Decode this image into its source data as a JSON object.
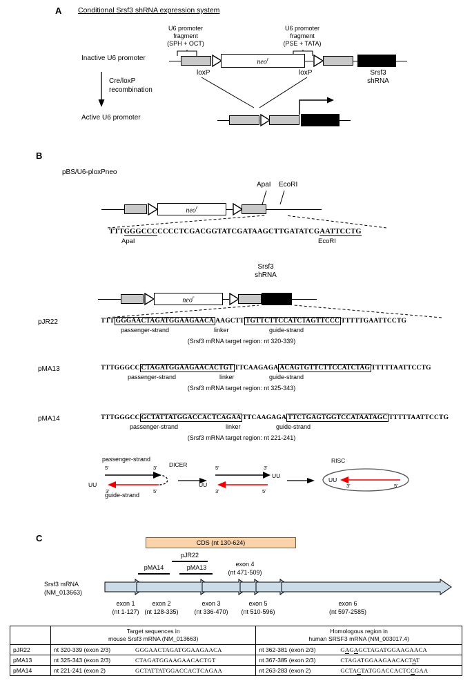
{
  "panelA": {
    "letter": "A",
    "title": "Conditional Srsf3 shRNA expression system",
    "frag_left": [
      "U6 promoter",
      "fragment",
      "(SPH + OCT)"
    ],
    "frag_right": [
      "U6 promoter",
      "fragment",
      "(PSE + TATA)"
    ],
    "inactive_label": "Inactive U6 promoter",
    "active_label": "Active U6 promoter",
    "arrow_label": [
      "Cre/loxP",
      "recombination"
    ],
    "loxp_left": "loxP",
    "loxp_right": "loxP",
    "neo": "neo",
    "neo_sup": "r",
    "shrna": [
      "Srsf3",
      "shRNA"
    ]
  },
  "panelB": {
    "letter": "B",
    "plasmid_name": "pBS/U6-ploxPneo",
    "neo": "neo",
    "neo_sup": "r",
    "site_apal_top": "ApaI",
    "site_ecori_top": "EcoRI",
    "mcs_seq_parts": [
      {
        "text": "TTT",
        "underline": false
      },
      {
        "text": "GGGCCC",
        "underline": true
      },
      {
        "text": "CCCCTCGACGGTATCGATAAGCTTGATATCG",
        "underline": false
      },
      {
        "text": "AATTCCTG",
        "underline": true
      }
    ],
    "mcs_label_apal": "ApaI",
    "mcs_label_ecori": "EcoRI",
    "shrna_label": [
      "Srsf3",
      "shRNA"
    ],
    "constructs": [
      {
        "name": "pJR22",
        "pre": "TTT",
        "passenger": "GGGAACTAGATGGAAGAACA",
        "linker": "AAGCTT",
        "guide": "TGTTCTTCCATCTAGTTCCC",
        "post": "TTTTTGAATTCCTG",
        "lbl_passenger": "passenger-strand",
        "lbl_linker": "linker",
        "lbl_guide": "guide-strand",
        "target": "(Srsf3 mRNA target region: nt 320-339)"
      },
      {
        "name": "pMA13",
        "pre": "TTTGGGCC",
        "passenger": "CTAGATGGAAGAACACTGT",
        "linker": "TTCAAGAGA",
        "guide": "ACAGTGTTCTTCCATCTAG",
        "post": "TTTTTAATTCCTG",
        "lbl_passenger": "passenger-strand",
        "lbl_linker": "linker",
        "lbl_guide": "guide-strand",
        "target": "(Srsf3 mRNA target region: nt 325-343)"
      },
      {
        "name": "pMA14",
        "pre": "TTTGGGCC",
        "passenger": "GCTATTATGGACCACTCAGAA",
        "linker": "TTCAAGAGA",
        "guide": "TTCTGAGTGGTCCATAATAGC",
        "post": "TTTTTAATTCCTG",
        "lbl_passenger": "passenger-strand",
        "lbl_linker": "linker",
        "lbl_guide": "guide-strand",
        "target": "(Srsf3 mRNA target region: nt 221-241)"
      }
    ],
    "dicer": {
      "passenger_label": "passenger-strand",
      "guide_label": "guide-strand",
      "enzyme": "DICER",
      "risc": "RISC",
      "five": "5'",
      "three": "3'",
      "uu": "UU",
      "guide_color": "#ee0000"
    }
  },
  "panelC": {
    "letter": "C",
    "cds": "CDS (nt 130-624)",
    "markers": [
      {
        "label": "pMA14"
      },
      {
        "label": "pMA13"
      },
      {
        "label": "pJR22"
      }
    ],
    "mrna_label": [
      "Srsf3 mRNA",
      "(NM_013663)"
    ],
    "exon4": [
      "exon 4",
      "(nt 471-509)"
    ],
    "exons": [
      {
        "name": "exon 1",
        "range": "(nt 1-127)"
      },
      {
        "name": "exon 2",
        "range": "(nt 128-335)"
      },
      {
        "name": "exon 3",
        "range": "(nt 336-470)"
      },
      {
        "name": "exon 5",
        "range": "(nt 510-596)"
      },
      {
        "name": "exon 6",
        "range": "(nt 597-2585)"
      }
    ],
    "cds_color": "#fbd3ab",
    "exon_color": "#ccdbe8",
    "table": {
      "header_left": [
        "Target sequences in",
        "mouse Srsf3 mRNA (NM_013663)"
      ],
      "header_right": [
        "Homologous region in",
        "human SRSF3 mRNA (NM_003017.4)"
      ],
      "rows": [
        {
          "plasmid": "pJR22",
          "mouse_pos": "nt 320-339 (exon 2/3)",
          "mouse_seq": [
            {
              "t": "GGGAACTAGATGGAAGAACA",
              "u": false
            }
          ],
          "human_pos": "nt 362-381 (exon 2/3)",
          "human_seq": [
            {
              "t": "G",
              "u": false
            },
            {
              "t": "A",
              "u": true
            },
            {
              "t": "G",
              "u": false
            },
            {
              "t": "A",
              "u": true
            },
            {
              "t": "GCTAGATGGAAGAACA",
              "u": false
            }
          ]
        },
        {
          "plasmid": "pMA13",
          "mouse_pos": "nt 325-343 (exon 2/3)",
          "mouse_seq": [
            {
              "t": "CTAGATGGAAGAACACTGT",
              "u": false
            }
          ],
          "human_pos": "nt 367-385 (exon 2/3)",
          "human_seq": [
            {
              "t": "CTAGATGGAAGAACACT",
              "u": false
            },
            {
              "t": "A",
              "u": true
            },
            {
              "t": "T",
              "u": false
            }
          ]
        },
        {
          "plasmid": "pMA14",
          "mouse_pos": "nt 221-241 (exon 2)",
          "mouse_seq": [
            {
              "t": "GCTATTATGGACCACTCAGAA",
              "u": false
            }
          ],
          "human_pos": "nt 263-283 (exon 2)",
          "human_seq": [
            {
              "t": "GCTA",
              "u": false
            },
            {
              "t": "C",
              "u": true
            },
            {
              "t": "TATGGACCACTC",
              "u": false
            },
            {
              "t": "C",
              "u": true
            },
            {
              "t": "GAA",
              "u": false
            }
          ]
        }
      ]
    }
  }
}
